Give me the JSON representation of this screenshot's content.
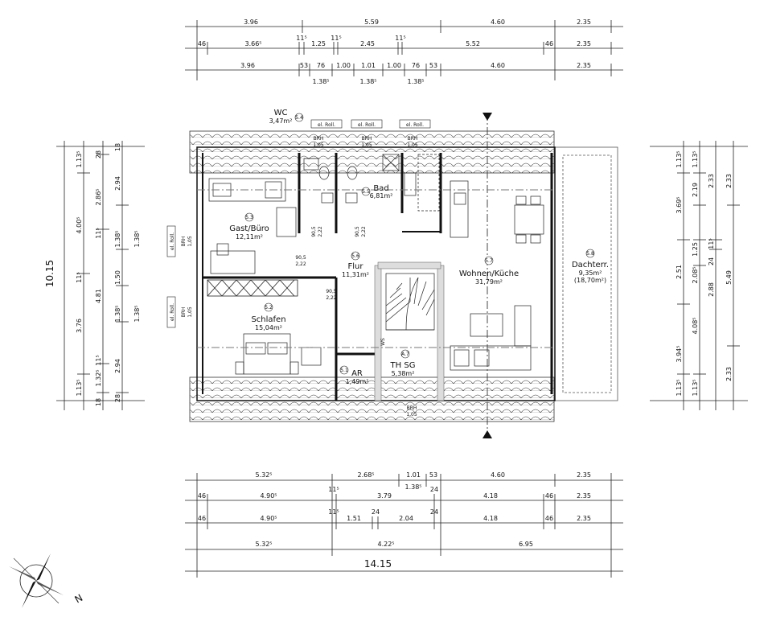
{
  "top_dims": {
    "row1": [
      "3.96",
      "5.59",
      "4.60",
      "2.35"
    ],
    "row2": [
      "46",
      "3.66⁵",
      "11⁵",
      "1.25",
      "11⁵",
      "2.45",
      "11⁵",
      "5.52",
      "46",
      "2.35"
    ],
    "row3": [
      "3.96",
      "53",
      "76",
      "1.00",
      "1.01",
      "1.00",
      "76",
      "53",
      "4.60",
      "2.35"
    ],
    "row3_sub": [
      "1.38⁵",
      "1.38⁵",
      "1.38⁵"
    ]
  },
  "bottom_dims": {
    "row1": [
      "5.32⁵",
      "2.68⁵",
      "1.01",
      "53",
      "4.60",
      "2.35"
    ],
    "row1_sub": [
      "1.38⁵"
    ],
    "row2": [
      "46",
      "4.90⁵",
      "11⁵",
      "3.79",
      "24",
      "4.18",
      "46",
      "2.35"
    ],
    "row3": [
      "46",
      "4.90⁵",
      "11⁵",
      "1.51",
      "24",
      "2.04",
      "24",
      "4.18",
      "46",
      "2.35"
    ],
    "row4": [
      "5.32⁵",
      "4.22⁵",
      "6.95"
    ],
    "total": "14.15"
  },
  "left_dims": {
    "total": "10.15",
    "col1": [
      "1.13⁵",
      "4.00⁵",
      "11⁵",
      "3.76",
      "1.13⁵"
    ],
    "col2": [
      "2.86⁵",
      "11⁵",
      "4.81",
      "11⁵",
      "1.32⁵"
    ],
    "col3": [
      "28",
      "1.38⁵",
      "1.50",
      "1.38⁵",
      "18"
    ],
    "col4": [
      "18",
      "2.94",
      "1.38⁵",
      "1.38⁵",
      "2.94",
      "28"
    ]
  },
  "right_dims": {
    "col1": [
      "1.13⁵",
      "3.69⁵",
      "2.51",
      "3.94⁵",
      "1.13⁵"
    ],
    "col2": [
      "1.13⁵",
      "2.19",
      "1.25",
      "2.08⁵",
      "4.08⁵",
      "1.13⁵"
    ],
    "col3": [
      "11⁵",
      "24"
    ],
    "col4": [
      "2.33",
      "2.88"
    ],
    "col5": [
      "2.33",
      "5.49",
      "2.33"
    ]
  },
  "rooms": [
    {
      "id": "5.3",
      "name": "Gast/Büro",
      "area": "12,11m²"
    },
    {
      "id": "5.4",
      "name": "WC",
      "area": "3,47m²"
    },
    {
      "id": "5.5",
      "name": "Bad",
      "area": "6,81m²"
    },
    {
      "id": "5.6",
      "name": "Flur",
      "area": "11,31m²"
    },
    {
      "id": "5.7",
      "name": "Wohnen/Küche",
      "area": "31,79m²"
    },
    {
      "id": "5.8",
      "name": "Dachterr.",
      "area": "9,35m²",
      "area2": "(18,70m²)"
    },
    {
      "id": "5.2",
      "name": "Schlafen",
      "area": "15,04m²"
    },
    {
      "id": "5.1",
      "name": "AR",
      "area": "1,49m²"
    },
    {
      "id": "A.7",
      "name": "TH SG",
      "area": "5,38m²"
    }
  ],
  "tags": {
    "roll": "el. Roll.",
    "brh": "BRH",
    "brh_val": "1,05",
    "door_a": "90,5",
    "door_b": "2,22",
    "ws": "WS"
  },
  "compass": {
    "label": "N"
  }
}
